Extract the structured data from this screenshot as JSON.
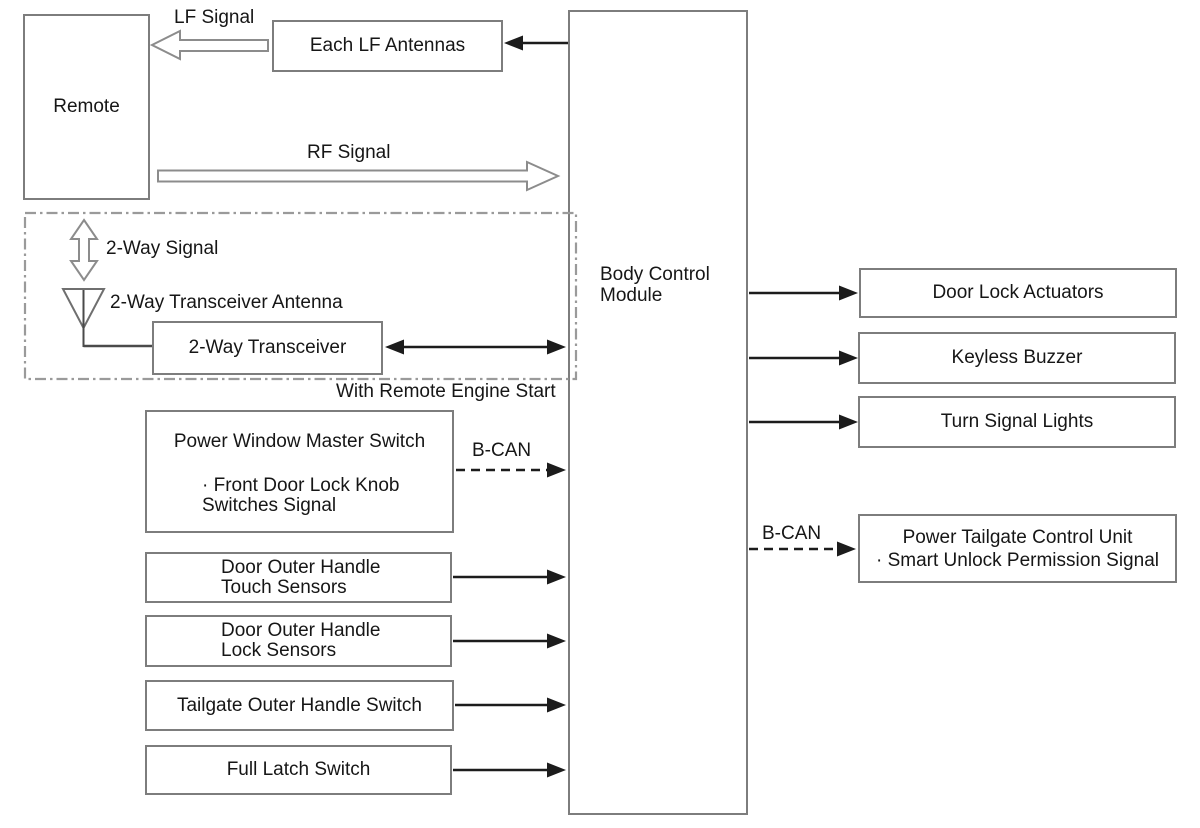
{
  "nodes": {
    "remote": {
      "label": "Remote"
    },
    "each_lf_antennas": {
      "label": "Each LF Antennas"
    },
    "body_control_module": {
      "label": "Body Control Module"
    },
    "two_way_transceiver": {
      "label": "2-Way Transceiver"
    },
    "power_window_master_switch": {
      "title": "Power Window Master Switch",
      "bullet_line1": "· Front Door Lock Knob",
      "bullet_line2": "Switches Signal"
    },
    "door_outer_handle_touch_sensors": {
      "line1": "Door Outer Handle",
      "line2": "Touch Sensors"
    },
    "door_outer_handle_lock_sensors": {
      "line1": "Door Outer Handle",
      "line2": "Lock Sensors"
    },
    "tailgate_outer_handle_switch": {
      "label": "Tailgate Outer Handle Switch"
    },
    "full_latch_switch": {
      "label": "Full Latch Switch"
    },
    "door_lock_actuators": {
      "label": "Door Lock Actuators"
    },
    "keyless_buzzer": {
      "label": "Keyless Buzzer"
    },
    "turn_signal_lights": {
      "label": "Turn Signal Lights"
    },
    "power_tailgate_control_unit": {
      "line1": "Power Tailgate Control Unit",
      "line2": "· Smart Unlock Permission Signal"
    }
  },
  "labels": {
    "lf_signal": "LF Signal",
    "rf_signal": "RF Signal",
    "two_way_signal": "2-Way Signal",
    "two_way_transceiver_antenna": "2-Way Transceiver Antenna",
    "with_remote_engine_start": "With Remote Engine Start",
    "b_can_left": "B-CAN",
    "b_can_right": "B-CAN"
  },
  "edges": [
    {
      "from": "Body Control Module",
      "to": "Each LF Antennas",
      "style": "solid-arrow"
    },
    {
      "from": "Each LF Antennas",
      "to": "Remote",
      "style": "hollow-arrow",
      "label": "LF Signal"
    },
    {
      "from": "Remote",
      "to": "Body Control Module",
      "style": "hollow-arrow",
      "label": "RF Signal"
    },
    {
      "from": "Remote",
      "to": "2-Way Transceiver Antenna",
      "style": "hollow-double-arrow",
      "label": "2-Way Signal"
    },
    {
      "from": "2-Way Transceiver",
      "to": "Body Control Module",
      "style": "solid-double-arrow"
    },
    {
      "from": "Power Window Master Switch",
      "to": "Body Control Module",
      "style": "dashed-arrow",
      "label": "B-CAN"
    },
    {
      "from": "Door Outer Handle Touch Sensors",
      "to": "Body Control Module",
      "style": "solid-arrow"
    },
    {
      "from": "Door Outer Handle Lock Sensors",
      "to": "Body Control Module",
      "style": "solid-arrow"
    },
    {
      "from": "Tailgate Outer Handle Switch",
      "to": "Body Control Module",
      "style": "solid-arrow"
    },
    {
      "from": "Full Latch Switch",
      "to": "Body Control Module",
      "style": "solid-arrow"
    },
    {
      "from": "Body Control Module",
      "to": "Door Lock Actuators",
      "style": "solid-arrow"
    },
    {
      "from": "Body Control Module",
      "to": "Keyless Buzzer",
      "style": "solid-arrow"
    },
    {
      "from": "Body Control Module",
      "to": "Turn Signal Lights",
      "style": "solid-arrow"
    },
    {
      "from": "Body Control Module",
      "to": "Power Tailgate Control Unit",
      "style": "dashed-arrow",
      "label": "B-CAN"
    }
  ],
  "groups": {
    "remote_engine_start": {
      "caption": "With Remote Engine Start",
      "border": "dash-dot"
    }
  },
  "colors": {
    "background": "#ffffff",
    "box_border": "#7d7d7d",
    "arrow": "#1c1c1c",
    "dash_dot_border": "#9a9a9a",
    "hollow_arrow_outline": "#8c8c8c",
    "text": "#161616"
  }
}
